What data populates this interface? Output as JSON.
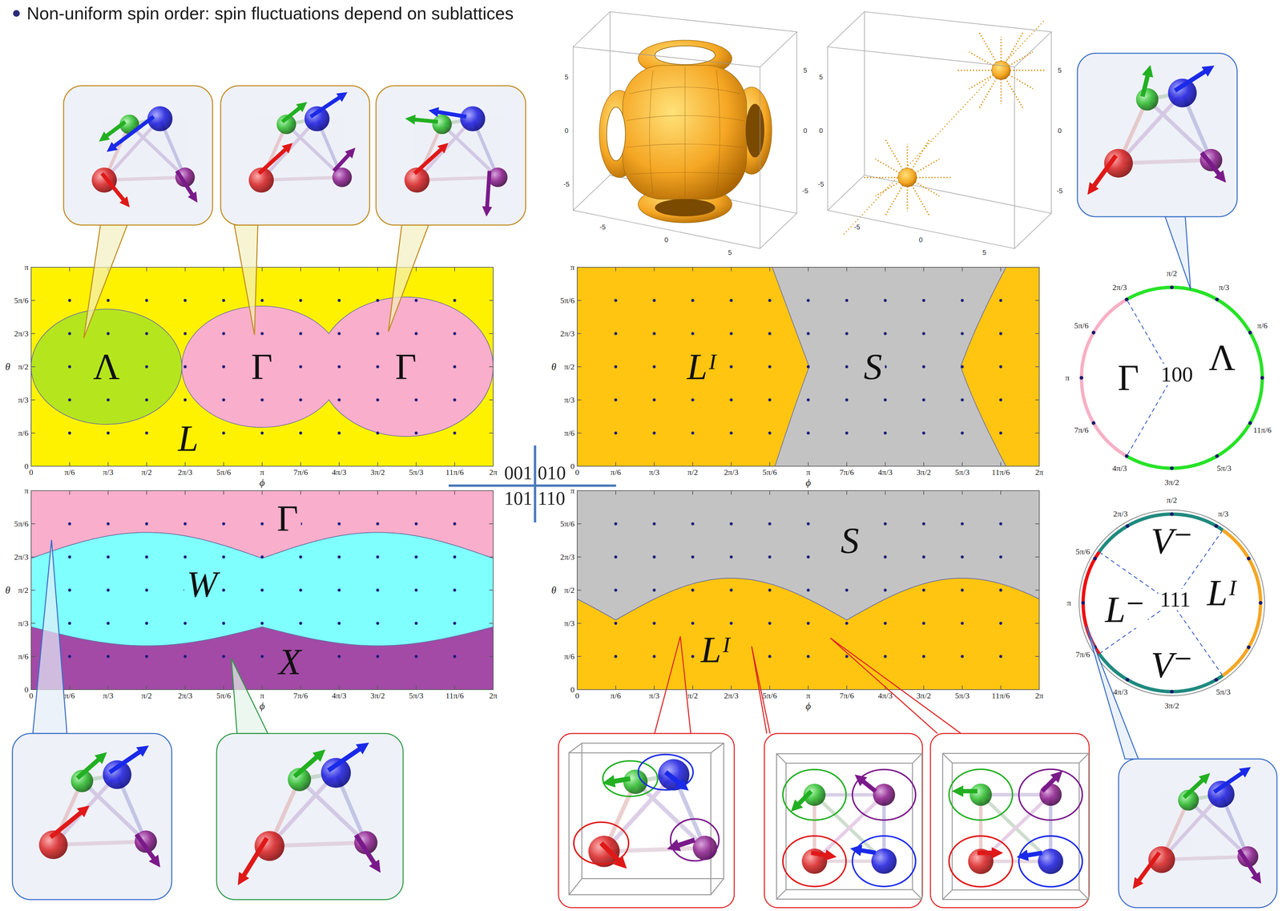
{
  "diagram": {
    "title": "Non-uniform spin order: spin fluctuations depend on sublattices",
    "nodes": [
      {
        "text": [
          "L"
        ]
      },
      {
        "text": [
          "Λ"
        ],
        "in": 0
      },
      {
        "text": [
          "Γ",
          "Γ"
        ],
        "in": 0
      },
      {
        "text": [
          "Lᴵ"
        ]
      },
      {
        "text": [
          "S"
        ],
        "in": 3
      },
      {
        "text": [
          "Λ",
          "Γ",
          "100"
        ]
      },
      {
        "text": [
          "Γ"
        ]
      },
      {
        "text": [
          "W"
        ]
      },
      {
        "text": [
          "X"
        ]
      },
      {
        "text": [
          "S"
        ]
      },
      {
        "text": [
          "Lᴵ"
        ]
      },
      {
        "text": [
          "V⁻",
          "Lᴵ",
          "L⁻",
          "111",
          "V⁻"
        ]
      }
    ],
    "labels": [
      "001",
      "010",
      "101",
      "110",
      "π",
      "5π/6",
      "2π/3",
      "π/2",
      "π/3",
      "π/6",
      "0",
      "0",
      "π/6",
      "π/3",
      "π/2",
      "2π/3",
      "5π/6",
      "π",
      "7π/6",
      "4π/3",
      "3π/2",
      "5π/3",
      "11π/6",
      "2π",
      "θ",
      "ϕ",
      "π",
      "5π/6",
      "2π/3",
      "π/2",
      "π/3",
      "π/6",
      "0",
      "0",
      "π/6",
      "π/3",
      "π/2",
      "2π/3",
      "5π/6",
      "π",
      "7π/6",
      "4π/3",
      "3π/2",
      "5π/3",
      "11π/6",
      "2π",
      "θ",
      "ϕ",
      "π",
      "5π/6",
      "2π/3",
      "π/2",
      "π/3",
      "π/6",
      "0",
      "0",
      "π/6",
      "π/3",
      "π/2",
      "2π/3",
      "5π/6",
      "π",
      "7π/6",
      "4π/3",
      "3π/2",
      "5π/3",
      "11π/6",
      "2π",
      "θ",
      "ϕ",
      "π",
      "5π/6",
      "2π/3",
      "π/2",
      "π/3",
      "π/6",
      "0",
      "0",
      "π/6",
      "π/3",
      "π/2",
      "2π/3",
      "5π/6",
      "π",
      "7π/6",
      "4π/3",
      "3π/2",
      "5π/3",
      "11π/6",
      "2π",
      "θ",
      "ϕ",
      "π/2",
      "π/3",
      "π/6",
      "2π/3",
      "5π/6",
      "π",
      "7π/6",
      "4π/3",
      "3π/2",
      "5π/3",
      "11π/6",
      "π/2",
      "π/3",
      "2π/3",
      "5π/6",
      "π",
      "7π/6",
      "4π/3",
      "3π/2",
      "5π/3",
      "5",
      "0",
      "-5",
      "-5",
      "0",
      "5",
      "5",
      "0",
      "-5",
      "5",
      "0",
      "-5",
      "-5",
      "0",
      "5",
      "5",
      "0",
      "-5"
    ]
  }
}
